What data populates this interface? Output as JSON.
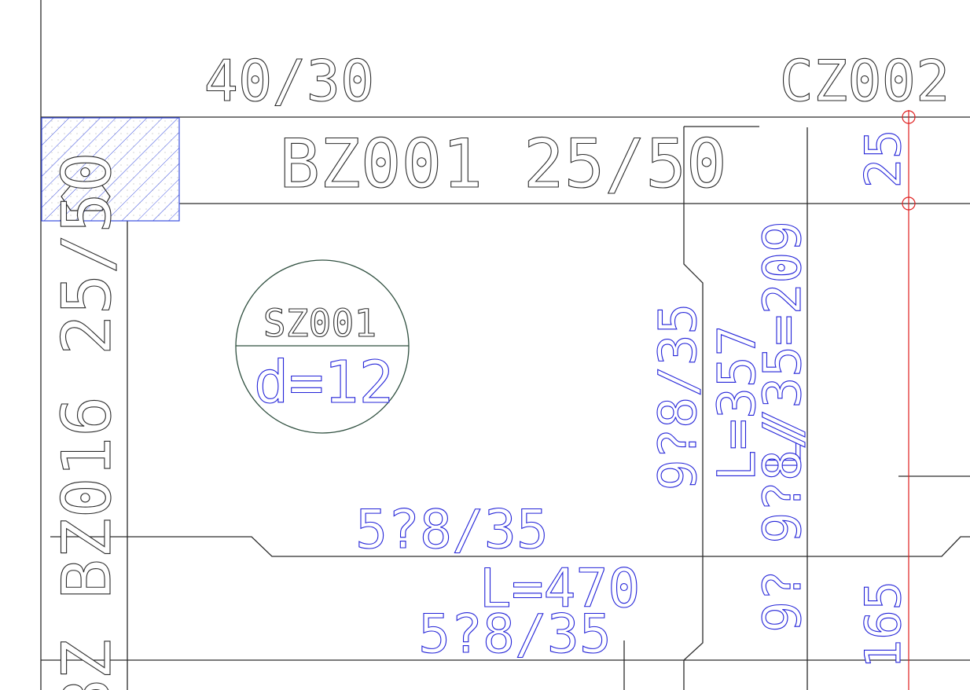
{
  "labels": {
    "column_size": "40/30",
    "column_id": "CZ002",
    "beam_top": "BZ001 25/50",
    "beam_left": "BZ016 25/50",
    "beam_left_bottom": "BZ",
    "slab_id": "SZ001",
    "slab_thickness": "d=12",
    "dim_25": "25",
    "dim_165": "165",
    "rebar_v1": "9?8/35",
    "rebar_v1_len": "L=357",
    "rebar_v2_len": "L/35=209",
    "rebar_v2": "9?8/",
    "rebar_v3": "9?",
    "rebar_h1": "5?8/35",
    "rebar_h_len": "L=470",
    "rebar_h2": "5?8/35"
  },
  "colors": {
    "linework": "#2b2b2b",
    "rebar": "#2323d8",
    "axis": "#e02020",
    "hatch": "#3b4fe0",
    "slab_circle": "#2f4f3f"
  }
}
